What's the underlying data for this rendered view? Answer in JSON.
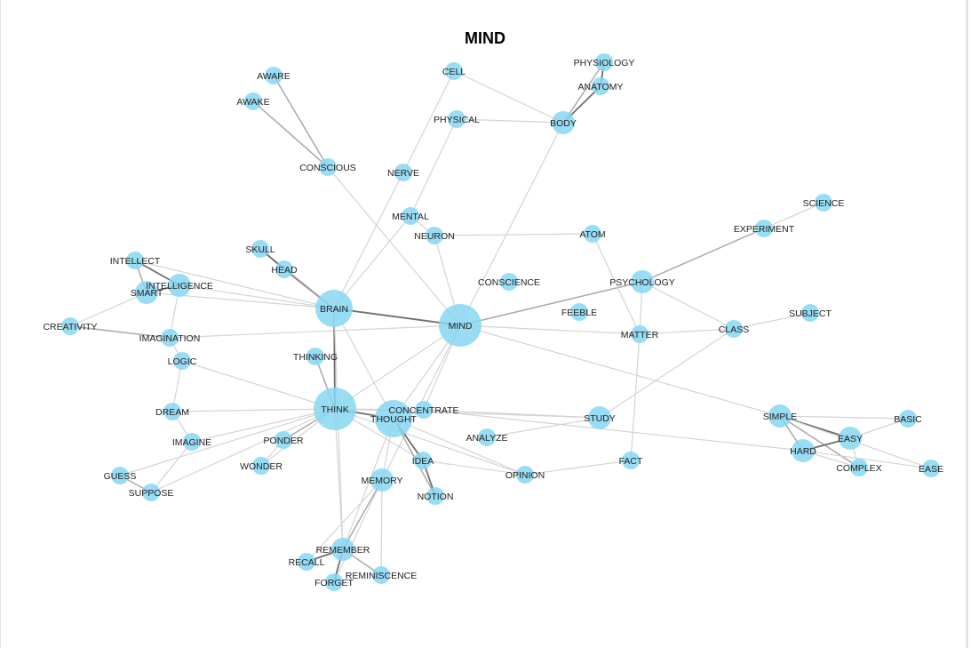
{
  "title": "MIND",
  "colors": {
    "node": "#87d7f3",
    "edge_light": "#d4d4d4",
    "edge_dark": "#6e6e6e",
    "label": "#222222"
  },
  "nodes": [
    {
      "id": "MIND",
      "size": "xl"
    },
    {
      "id": "BRAIN",
      "size": "l"
    },
    {
      "id": "THINK",
      "size": "xl"
    },
    {
      "id": "THOUGHT",
      "size": "l"
    },
    {
      "id": "CONCENTRATE",
      "size": "s"
    },
    {
      "id": "MEMORY",
      "size": "m"
    },
    {
      "id": "REMEMBER",
      "size": "m"
    },
    {
      "id": "RECALL",
      "size": "s"
    },
    {
      "id": "FORGET",
      "size": "s"
    },
    {
      "id": "REMINISCENCE",
      "size": "s"
    },
    {
      "id": "IDEA",
      "size": "s"
    },
    {
      "id": "NOTION",
      "size": "s"
    },
    {
      "id": "OPINION",
      "size": "s"
    },
    {
      "id": "FACT",
      "size": "s"
    },
    {
      "id": "ANALYZE",
      "size": "s"
    },
    {
      "id": "STUDY",
      "size": "m"
    },
    {
      "id": "SIMPLE",
      "size": "m"
    },
    {
      "id": "EASY",
      "size": "m"
    },
    {
      "id": "HARD",
      "size": "m"
    },
    {
      "id": "COMPLEX",
      "size": "s"
    },
    {
      "id": "BASIC",
      "size": "s"
    },
    {
      "id": "EASE",
      "size": "s"
    },
    {
      "id": "CLASS",
      "size": "s"
    },
    {
      "id": "SUBJECT",
      "size": "s"
    },
    {
      "id": "MATTER",
      "size": "s"
    },
    {
      "id": "PSYCHOLOGY",
      "size": "m"
    },
    {
      "id": "EXPERIMENT",
      "size": "s"
    },
    {
      "id": "SCIENCE",
      "size": "s"
    },
    {
      "id": "ATOM",
      "size": "s"
    },
    {
      "id": "FEEBLE",
      "size": "s"
    },
    {
      "id": "CONSCIENCE",
      "size": "s"
    },
    {
      "id": "NEURON",
      "size": "s"
    },
    {
      "id": "MENTAL",
      "size": "s"
    },
    {
      "id": "NERVE",
      "size": "s"
    },
    {
      "id": "PHYSICAL",
      "size": "s"
    },
    {
      "id": "CELL",
      "size": "s"
    },
    {
      "id": "BODY",
      "size": "m"
    },
    {
      "id": "ANATOMY",
      "size": "s"
    },
    {
      "id": "PHYSIOLOGY",
      "size": "s"
    },
    {
      "id": "CONSCIOUS",
      "size": "s"
    },
    {
      "id": "AWAKE",
      "size": "s"
    },
    {
      "id": "AWARE",
      "size": "s"
    },
    {
      "id": "SKULL",
      "size": "s"
    },
    {
      "id": "HEAD",
      "size": "s"
    },
    {
      "id": "INTELLECT",
      "size": "s"
    },
    {
      "id": "INTELLIGENCE",
      "size": "m"
    },
    {
      "id": "SMART",
      "size": "m"
    },
    {
      "id": "CREATIVITY",
      "size": "s"
    },
    {
      "id": "IMAGINATION",
      "size": "s"
    },
    {
      "id": "LOGIC",
      "size": "s"
    },
    {
      "id": "THINKING",
      "size": "s"
    },
    {
      "id": "DREAM",
      "size": "s"
    },
    {
      "id": "IMAGINE",
      "size": "s"
    },
    {
      "id": "PONDER",
      "size": "s"
    },
    {
      "id": "WONDER",
      "size": "s"
    },
    {
      "id": "GUESS",
      "size": "s"
    },
    {
      "id": "SUPPOSE",
      "size": "s"
    }
  ],
  "edges": [
    {
      "source": "MIND",
      "target": "BRAIN",
      "weight": "strong"
    },
    {
      "source": "MIND",
      "target": "THINK",
      "weight": "light"
    },
    {
      "source": "MIND",
      "target": "THOUGHT",
      "weight": "light"
    },
    {
      "source": "MIND",
      "target": "MEMORY",
      "weight": "light"
    },
    {
      "source": "MIND",
      "target": "BODY",
      "weight": "light"
    },
    {
      "source": "MIND",
      "target": "PSYCHOLOGY",
      "weight": "medium"
    },
    {
      "source": "MIND",
      "target": "MATTER",
      "weight": "light"
    },
    {
      "source": "MIND",
      "target": "CONSCIOUS",
      "weight": "light"
    },
    {
      "source": "MIND",
      "target": "NEURON",
      "weight": "light"
    },
    {
      "source": "MIND",
      "target": "IMAGINATION",
      "weight": "light"
    },
    {
      "source": "MIND",
      "target": "SIMPLE",
      "weight": "light"
    },
    {
      "source": "MIND",
      "target": "CONCENTRATE",
      "weight": "light"
    },
    {
      "source": "BRAIN",
      "target": "THINK",
      "weight": "strong"
    },
    {
      "source": "BRAIN",
      "target": "HEAD",
      "weight": "strong"
    },
    {
      "source": "BRAIN",
      "target": "SKULL",
      "weight": "medium"
    },
    {
      "source": "BRAIN",
      "target": "MENTAL",
      "weight": "light"
    },
    {
      "source": "BRAIN",
      "target": "NERVE",
      "weight": "light"
    },
    {
      "source": "BRAIN",
      "target": "INTELLIGENCE",
      "weight": "light"
    },
    {
      "source": "BRAIN",
      "target": "SMART",
      "weight": "light"
    },
    {
      "source": "BRAIN",
      "target": "INTELLECT",
      "weight": "light"
    },
    {
      "source": "BRAIN",
      "target": "THOUGHT",
      "weight": "light"
    },
    {
      "source": "BRAIN",
      "target": "REMEMBER",
      "weight": "light"
    },
    {
      "source": "THINK",
      "target": "THOUGHT",
      "weight": "strong"
    },
    {
      "source": "THINK",
      "target": "THINKING",
      "weight": "medium"
    },
    {
      "source": "THINK",
      "target": "LOGIC",
      "weight": "light"
    },
    {
      "source": "THINK",
      "target": "DREAM",
      "weight": "light"
    },
    {
      "source": "THINK",
      "target": "IMAGINE",
      "weight": "light"
    },
    {
      "source": "THINK",
      "target": "PONDER",
      "weight": "medium"
    },
    {
      "source": "THINK",
      "target": "WONDER",
      "weight": "light"
    },
    {
      "source": "THINK",
      "target": "GUESS",
      "weight": "light"
    },
    {
      "source": "THINK",
      "target": "SUPPOSE",
      "weight": "light"
    },
    {
      "source": "THINK",
      "target": "REMEMBER",
      "weight": "light"
    },
    {
      "source": "THINK",
      "target": "STUDY",
      "weight": "light"
    },
    {
      "source": "THINK",
      "target": "IDEA",
      "weight": "light"
    },
    {
      "source": "THINK",
      "target": "OPINION",
      "weight": "light"
    },
    {
      "source": "THINK",
      "target": "CONCENTRATE",
      "weight": "light"
    },
    {
      "source": "THOUGHT",
      "target": "IDEA",
      "weight": "strong"
    },
    {
      "source": "THOUGHT",
      "target": "NOTION",
      "weight": "medium"
    },
    {
      "source": "THOUGHT",
      "target": "MEMORY",
      "weight": "light"
    },
    {
      "source": "THOUGHT",
      "target": "OPINION",
      "weight": "light"
    },
    {
      "source": "THOUGHT",
      "target": "REMEMBER",
      "weight": "light"
    },
    {
      "source": "CONCENTRATE",
      "target": "STUDY",
      "weight": "light"
    },
    {
      "source": "CONCENTRATE",
      "target": "HARD",
      "weight": "light"
    },
    {
      "source": "MEMORY",
      "target": "REMEMBER",
      "weight": "medium"
    },
    {
      "source": "MEMORY",
      "target": "RECALL",
      "weight": "light"
    },
    {
      "source": "MEMORY",
      "target": "FORGET",
      "weight": "light"
    },
    {
      "source": "MEMORY",
      "target": "REMINISCENCE",
      "weight": "light"
    },
    {
      "source": "REMEMBER",
      "target": "RECALL",
      "weight": "strong"
    },
    {
      "source": "REMEMBER",
      "target": "FORGET",
      "weight": "strong"
    },
    {
      "source": "REMEMBER",
      "target": "REMINISCENCE",
      "weight": "medium"
    },
    {
      "source": "IDEA",
      "target": "NOTION",
      "weight": "strong"
    },
    {
      "source": "IDEA",
      "target": "OPINION",
      "weight": "light"
    },
    {
      "source": "OPINION",
      "target": "FACT",
      "weight": "light"
    },
    {
      "source": "FACT",
      "target": "MATTER",
      "weight": "light"
    },
    {
      "source": "ANALYZE",
      "target": "STUDY",
      "weight": "light"
    },
    {
      "source": "STUDY",
      "target": "CLASS",
      "weight": "light"
    },
    {
      "source": "SIMPLE",
      "target": "EASY",
      "weight": "strong"
    },
    {
      "source": "SIMPLE",
      "target": "HARD",
      "weight": "medium"
    },
    {
      "source": "SIMPLE",
      "target": "BASIC",
      "weight": "light"
    },
    {
      "source": "SIMPLE",
      "target": "COMPLEX",
      "weight": "medium"
    },
    {
      "source": "SIMPLE",
      "target": "EASE",
      "weight": "light"
    },
    {
      "source": "EASY",
      "target": "HARD",
      "weight": "strong"
    },
    {
      "source": "EASY",
      "target": "BASIC",
      "weight": "light"
    },
    {
      "source": "EASY",
      "target": "COMPLEX",
      "weight": "light"
    },
    {
      "source": "HARD",
      "target": "COMPLEX",
      "weight": "light"
    },
    {
      "source": "HARD",
      "target": "EASE",
      "weight": "light"
    },
    {
      "source": "CLASS",
      "target": "SUBJECT",
      "weight": "light"
    },
    {
      "source": "CLASS",
      "target": "MATTER",
      "weight": "light"
    },
    {
      "source": "CLASS",
      "target": "PSYCHOLOGY",
      "weight": "light"
    },
    {
      "source": "MATTER",
      "target": "ATOM",
      "weight": "light"
    },
    {
      "source": "MATTER",
      "target": "PSYCHOLOGY",
      "weight": "light"
    },
    {
      "source": "PSYCHOLOGY",
      "target": "EXPERIMENT",
      "weight": "medium"
    },
    {
      "source": "EXPERIMENT",
      "target": "SCIENCE",
      "weight": "light"
    },
    {
      "source": "ATOM",
      "target": "NEURON",
      "weight": "light"
    },
    {
      "source": "NEURON",
      "target": "MENTAL",
      "weight": "light"
    },
    {
      "source": "MENTAL",
      "target": "PHYSICAL",
      "weight": "light"
    },
    {
      "source": "NERVE",
      "target": "CELL",
      "weight": "light"
    },
    {
      "source": "PHYSICAL",
      "target": "BODY",
      "weight": "light"
    },
    {
      "source": "CELL",
      "target": "BODY",
      "weight": "light"
    },
    {
      "source": "BODY",
      "target": "ANATOMY",
      "weight": "strong"
    },
    {
      "source": "BODY",
      "target": "PHYSIOLOGY",
      "weight": "medium"
    },
    {
      "source": "ANATOMY",
      "target": "PHYSIOLOGY",
      "weight": "strong"
    },
    {
      "source": "CONSCIOUS",
      "target": "AWAKE",
      "weight": "medium"
    },
    {
      "source": "CONSCIOUS",
      "target": "AWARE",
      "weight": "medium"
    },
    {
      "source": "SKULL",
      "target": "HEAD",
      "weight": "strong"
    },
    {
      "source": "INTELLECT",
      "target": "INTELLIGENCE",
      "weight": "strong"
    },
    {
      "source": "INTELLECT",
      "target": "SMART",
      "weight": "medium"
    },
    {
      "source": "INTELLIGENCE",
      "target": "SMART",
      "weight": "strong"
    },
    {
      "source": "INTELLIGENCE",
      "target": "IMAGINATION",
      "weight": "light"
    },
    {
      "source": "SMART",
      "target": "CREATIVITY",
      "weight": "light"
    },
    {
      "source": "CREATIVITY",
      "target": "IMAGINATION",
      "weight": "medium"
    },
    {
      "source": "IMAGINATION",
      "target": "LOGIC",
      "weight": "light"
    },
    {
      "source": "LOGIC",
      "target": "DREAM",
      "weight": "light"
    },
    {
      "source": "DREAM",
      "target": "IMAGINE",
      "weight": "light"
    },
    {
      "source": "IMAGINE",
      "target": "SUPPOSE",
      "weight": "light"
    },
    {
      "source": "GUESS",
      "target": "SUPPOSE",
      "weight": "medium"
    },
    {
      "source": "PONDER",
      "target": "WONDER",
      "weight": "light"
    }
  ]
}
